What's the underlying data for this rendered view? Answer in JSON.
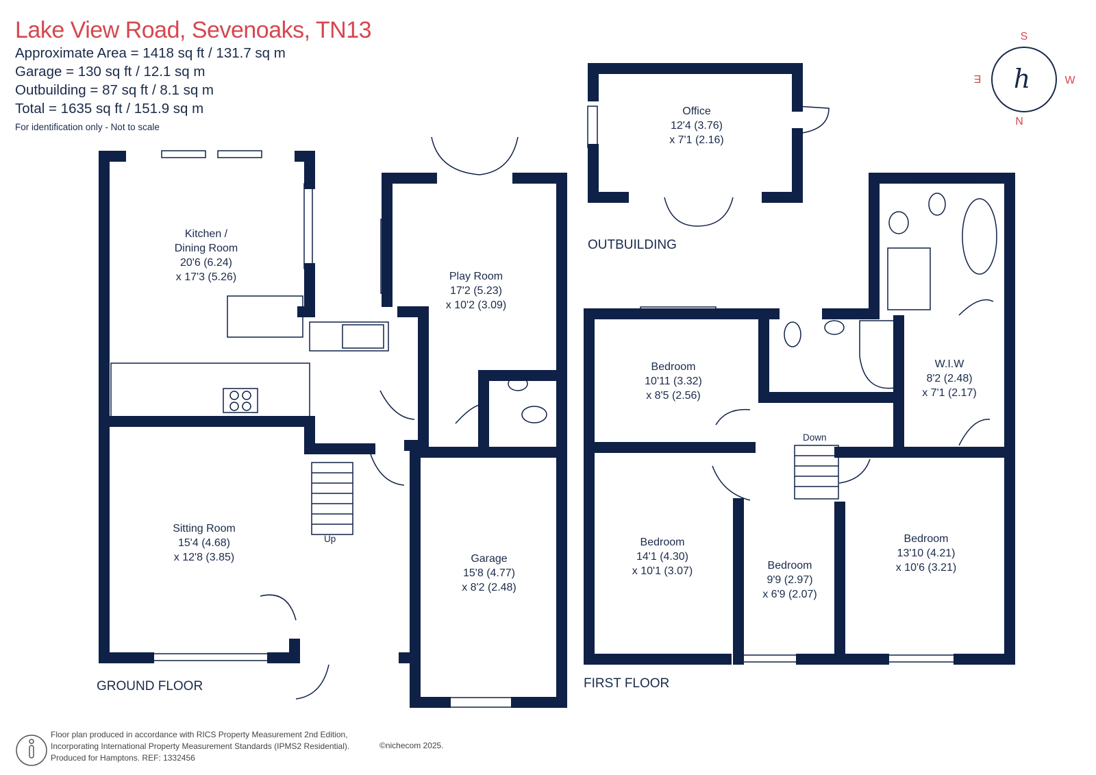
{
  "header": {
    "title": "Lake View Road, Sevenoaks, TN13",
    "approx_area": "Approximate Area = 1418 sq ft / 131.7 sq m",
    "garage": "Garage = 130 sq ft / 12.1 sq m",
    "outbuilding": "Outbuilding = 87 sq ft / 8.1 sq m",
    "total": "Total = 1635 sq ft / 151.9 sq m",
    "note": "For identification only - Not to scale"
  },
  "compass": {
    "s": "S",
    "e": "E",
    "w": "W",
    "n": "N",
    "logo": "h"
  },
  "floors": {
    "ground": "GROUND FLOOR",
    "first": "FIRST FLOOR",
    "outbuilding": "OUTBUILDING"
  },
  "rooms": {
    "kitchen": {
      "name1": "Kitchen /",
      "name2": "Dining Room",
      "dim1": "20'6 (6.24)",
      "dim2": "x 17'3 (5.26)"
    },
    "play": {
      "name": "Play Room",
      "dim1": "17'2 (5.23)",
      "dim2": "x 10'2 (3.09)"
    },
    "sitting": {
      "name": "Sitting Room",
      "dim1": "15'4 (4.68)",
      "dim2": "x 12'8 (3.85)"
    },
    "garage": {
      "name": "Garage",
      "dim1": "15'8 (4.77)",
      "dim2": "x 8'2 (2.48)"
    },
    "office": {
      "name": "Office",
      "dim1": "12'4 (3.76)",
      "dim2": "x 7'1 (2.16)"
    },
    "bed1": {
      "name": "Bedroom",
      "dim1": "10'11 (3.32)",
      "dim2": "x 8'5 (2.56)"
    },
    "bed2": {
      "name": "Bedroom",
      "dim1": "14'1 (4.30)",
      "dim2": "x 10'1 (3.07)"
    },
    "bed3": {
      "name": "Bedroom",
      "dim1": "9'9 (2.97)",
      "dim2": "x 6'9 (2.07)"
    },
    "bed4": {
      "name": "Bedroom",
      "dim1": "13'10 (4.21)",
      "dim2": "x 10'6 (3.21)"
    },
    "wiw": {
      "name": "W.I.W",
      "dim1": "8'2 (2.48)",
      "dim2": "x 7'1 (2.17)"
    }
  },
  "stairs": {
    "up": "Up",
    "down": "Down"
  },
  "footer": {
    "line1": "Floor plan produced in accordance with RICS Property Measurement 2nd Edition,",
    "line2": "Incorporating International Property Measurement Standards (IPMS2 Residential).",
    "line3": "Produced for Hamptons.   REF:  1332456",
    "brand": "©nichecom 2025."
  },
  "colors": {
    "wall": "#0f2147",
    "title": "#d6474f",
    "text": "#1a2a4a"
  }
}
